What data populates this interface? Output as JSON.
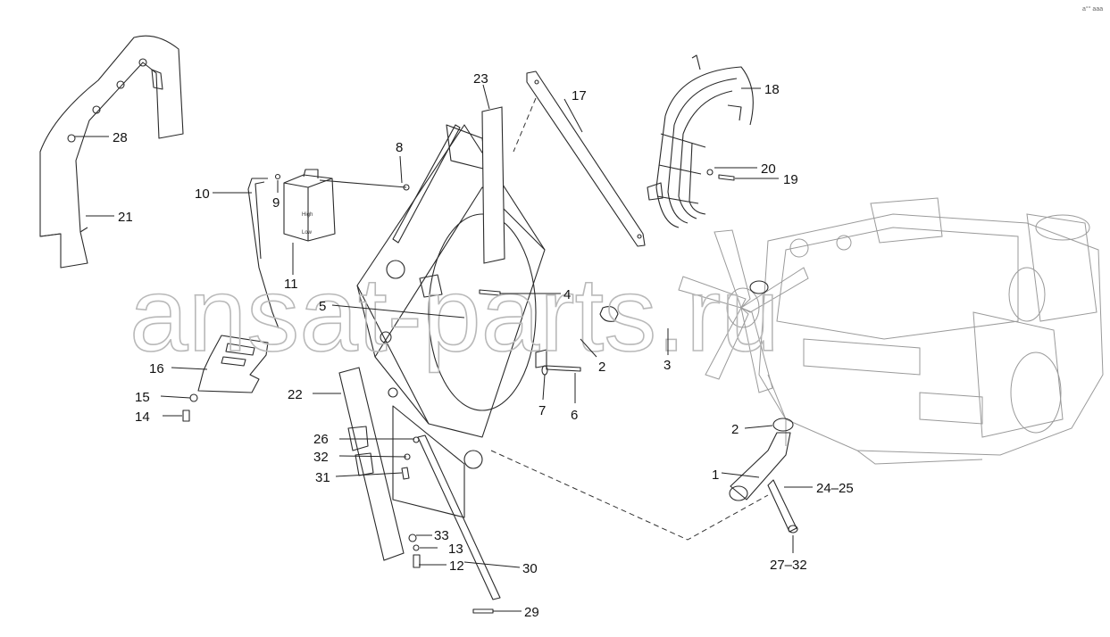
{
  "watermark": "ansat-parts.ru",
  "corner_code": "a°° aaa",
  "tank_labels": {
    "top": "High",
    "bottom": "Low"
  },
  "callouts": {
    "c1": "1",
    "c2a": "2",
    "c2b": "2",
    "c3": "3",
    "c4": "4",
    "c5": "5",
    "c6": "6",
    "c7": "7",
    "c8": "8",
    "c9": "9",
    "c10": "10",
    "c11": "11",
    "c12": "12",
    "c13": "13",
    "c14": "14",
    "c15": "15",
    "c16": "16",
    "c17": "17",
    "c18": "18",
    "c19": "19",
    "c20": "20",
    "c21": "21",
    "c22": "22",
    "c23": "23",
    "c24_25": "24–25",
    "c26": "26",
    "c27_32": "27–32",
    "c28": "28",
    "c29": "29",
    "c30": "30",
    "c31": "31",
    "c32": "32",
    "c33": "33"
  }
}
